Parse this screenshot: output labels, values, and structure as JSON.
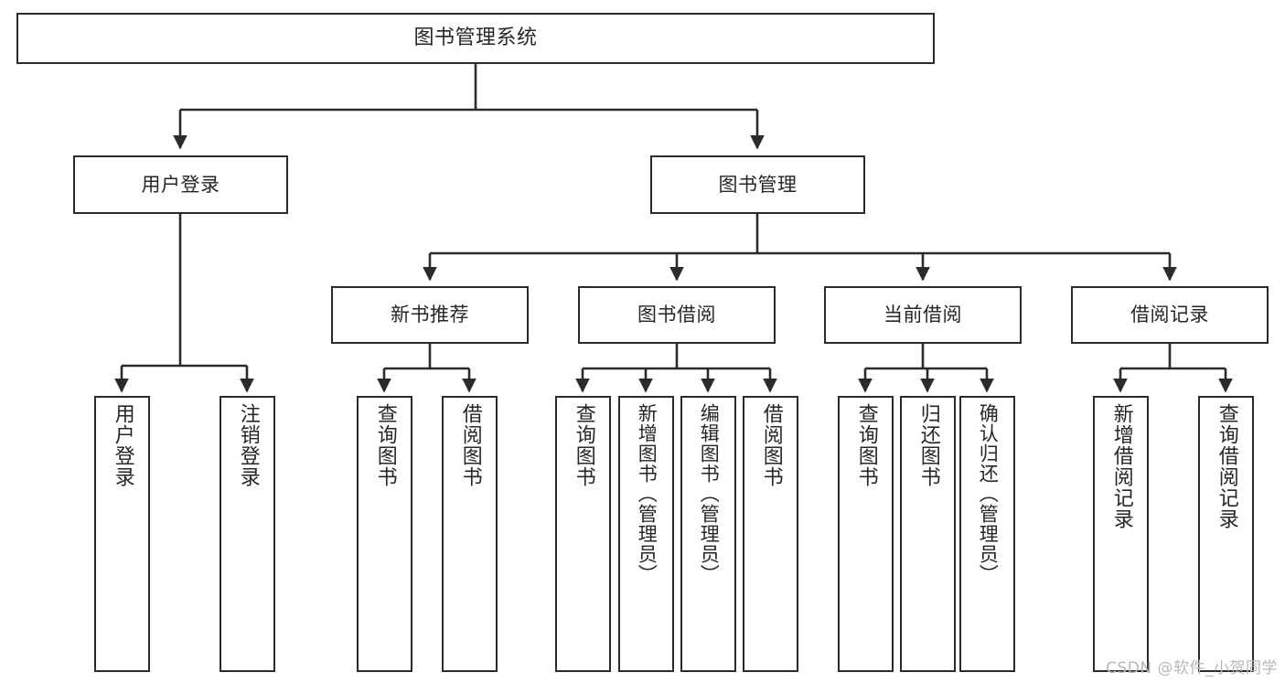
{
  "diagram": {
    "title": "图书管理系统",
    "type": "tree-structure-chart",
    "watermark": "CSDN @软件_小贺同学",
    "line_color": "#2b2b2b",
    "box_fill": "#ffffff",
    "text_color": "#262626",
    "watermark_color": "#b8b8b8"
  },
  "nodes": {
    "root": {
      "label": "图书管理系统"
    },
    "level2": [
      {
        "label": "用户登录"
      },
      {
        "label": "图书管理"
      }
    ],
    "level3": [
      {
        "label": "新书推荐"
      },
      {
        "label": "图书借阅"
      },
      {
        "label": "当前借阅"
      },
      {
        "label": "借阅记录"
      }
    ],
    "leaves_user_login": [
      {
        "label": "用户登录"
      },
      {
        "label": "注销登录"
      }
    ],
    "leaves_new_book": [
      {
        "label": "查询图书"
      },
      {
        "label": "借阅图书"
      }
    ],
    "leaves_borrow": [
      {
        "label": "查询图书"
      },
      {
        "label": "新增图书（管理员）"
      },
      {
        "label": "编辑图书（管理员）"
      },
      {
        "label": "借阅图书"
      }
    ],
    "leaves_current": [
      {
        "label": "查询图书"
      },
      {
        "label": "归还图书"
      },
      {
        "label": "确认归还（管理员）"
      }
    ],
    "leaves_record": [
      {
        "label": "新增借阅记录"
      },
      {
        "label": "查询借阅记录"
      }
    ]
  }
}
